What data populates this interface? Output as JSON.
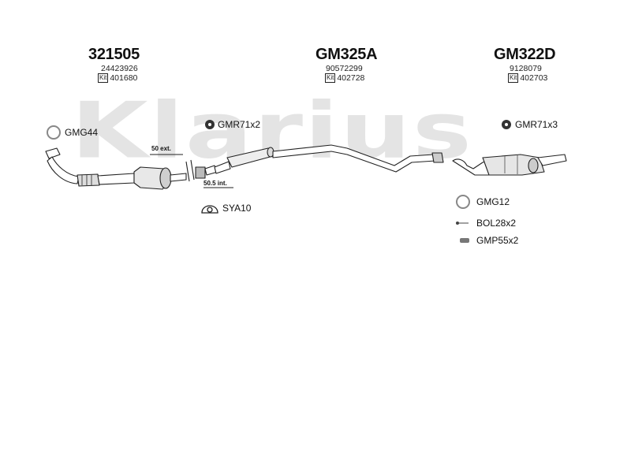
{
  "watermark": "Klarius",
  "sections": [
    {
      "part": "321505",
      "oem": "24423926",
      "kit_label": "Kit",
      "kit": "401680"
    },
    {
      "part": "GM325A",
      "oem": "90572299",
      "kit_label": "Kit",
      "kit": "402728"
    },
    {
      "part": "GM322D",
      "oem": "9128079",
      "kit_label": "Kit",
      "kit": "402703"
    }
  ],
  "labels": {
    "gmg44": "GMG44",
    "gmr71x2": "GMR71x2",
    "gmr71x3": "GMR71x3",
    "ext50": "50 ext.",
    "int505": "50.5 int.",
    "sya10": "SYA10",
    "gmg12": "GMG12",
    "bol28x2": "BOL28x2",
    "gmp55x2": "GMP55x2"
  }
}
